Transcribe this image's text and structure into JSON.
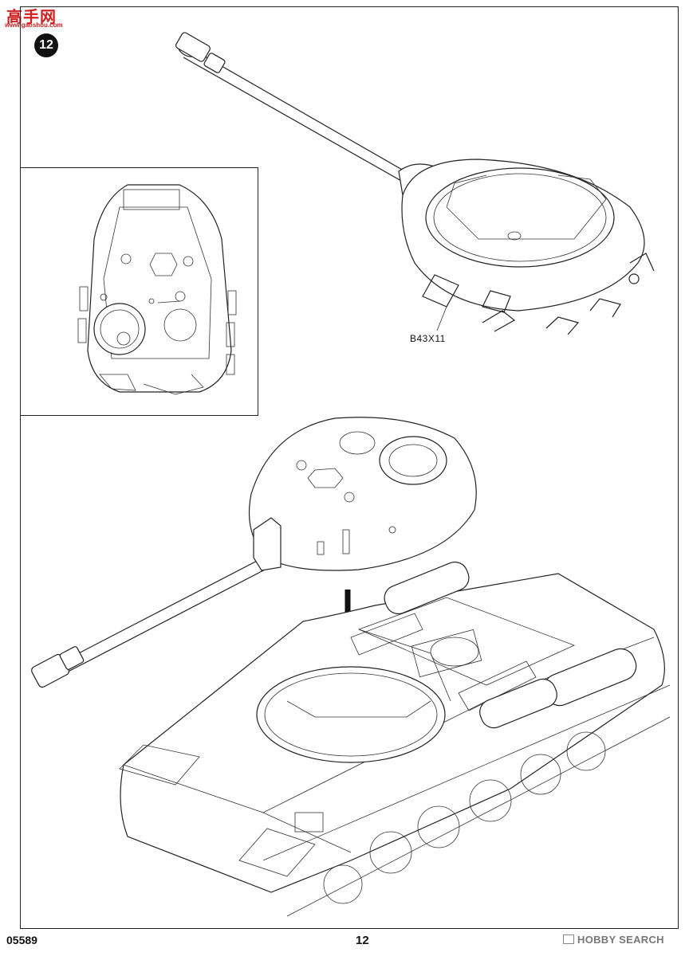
{
  "logo": {
    "main": "高手网",
    "sub": "www.gaoshou.com"
  },
  "step": {
    "number": "12"
  },
  "callout": {
    "part": "B43X11"
  },
  "footer": {
    "code": "05589",
    "page": "12",
    "brand": "HOBBY SEARCH"
  },
  "icons": [
    "down-arrow-icon",
    "hobbysearch-logo-icon"
  ]
}
